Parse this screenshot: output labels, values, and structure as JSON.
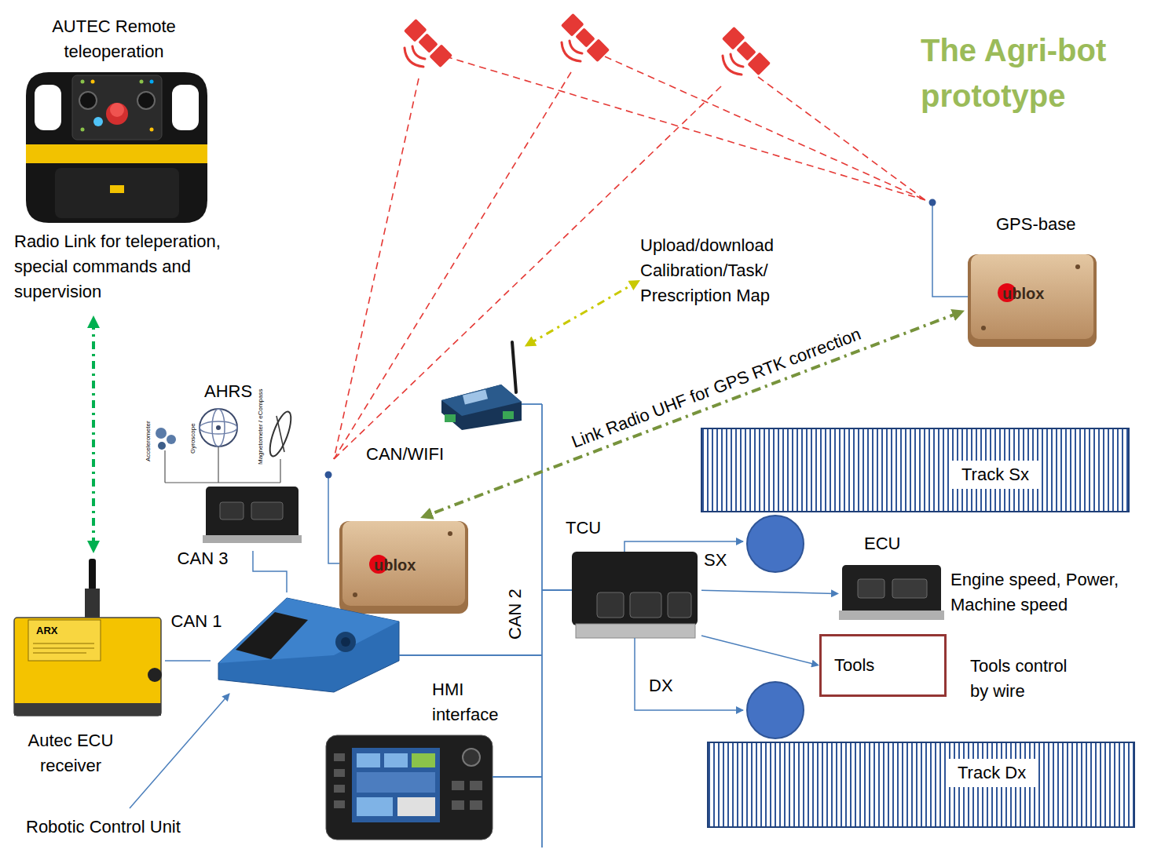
{
  "diagram": {
    "title": "The Agri-bot prototype",
    "nodes": [
      {
        "text": [
          "AUTEC Remote teleoperation",
          "Radio Link for teleperation, special commands and supervision"
        ]
      },
      {
        "text": [
          "Upload/download Calibration/Task/ Prescription Map"
        ]
      },
      {
        "text": [
          "GPS-base",
          "ublox"
        ]
      },
      {
        "text": [
          "CAN/WIFI"
        ]
      },
      {
        "text": [
          "AHRS"
        ]
      },
      {
        "text": [
          "Track Sx"
        ]
      },
      {
        "text": [
          "TCU"
        ]
      },
      {
        "text": [
          "ublox"
        ]
      },
      {
        "text": [
          "ECU",
          "Engine speed, Power, Machine speed"
        ]
      },
      {
        "text": [
          "Robotic Control Unit"
        ]
      },
      {
        "text": [
          "Tools"
        ]
      },
      {
        "text": [
          "ARX",
          "Autec ECU receiver"
        ]
      },
      {
        "text": [
          "HMI interface"
        ]
      },
      {
        "text": [
          "Track Dx"
        ]
      }
    ],
    "edges": [
      {
        "from": 0,
        "to": 11,
        "arrow": "both"
      },
      {
        "from": 3,
        "to": 1,
        "arrow": "both"
      },
      {
        "from": 2,
        "to": 7,
        "arrow": "both",
        "label": "Link Radio UHF for GPS RTK correction"
      },
      {
        "from": 4,
        "to": 9,
        "arrow": "none",
        "label": "CAN 3"
      },
      {
        "from": 11,
        "to": 9,
        "arrow": "none",
        "label": "CAN 1"
      },
      {
        "from": 6,
        "to": 8,
        "arrow": "to"
      },
      {
        "from": 6,
        "to": 10,
        "arrow": "to"
      }
    ],
    "labels": [
      "Accelerometer",
      "Gyroscope",
      "Magnetometer / eCompass",
      "CAN 2",
      "SX",
      "DX",
      "Tools control by wire"
    ]
  }
}
